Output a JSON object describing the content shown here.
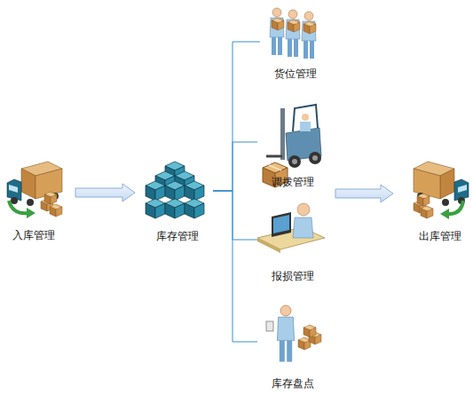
{
  "diagram": {
    "nodes": [
      {
        "text": [
          "入库管理"
        ]
      },
      {
        "text": [
          "库存管理"
        ]
      },
      {
        "text": [
          "货位管理"
        ]
      },
      {
        "text": [
          "调拨管理"
        ]
      },
      {
        "text": [
          "报损管理"
        ]
      },
      {
        "text": [
          "库存盘点"
        ]
      },
      {
        "text": [
          "出库管理"
        ]
      }
    ],
    "edges": [
      {
        "from": 0,
        "to": 1,
        "arrow": "to"
      },
      {
        "from": 1,
        "to": 2,
        "arrow": "none"
      },
      {
        "from": 1,
        "to": 3,
        "arrow": "none"
      },
      {
        "from": 1,
        "to": 4,
        "arrow": "none"
      },
      {
        "from": 1,
        "to": 5,
        "arrow": "none"
      },
      {
        "from": 3,
        "to": 6,
        "arrow": "to"
      }
    ]
  }
}
